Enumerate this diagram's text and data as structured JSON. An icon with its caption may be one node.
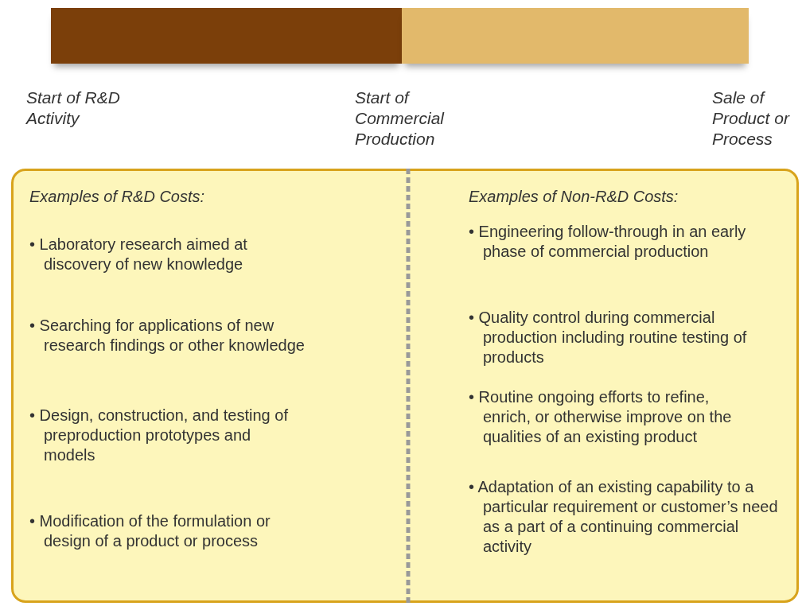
{
  "diagram": {
    "nodes": [
      {
        "text": [],
        "shape": "bar"
      },
      {
        "text": [],
        "shape": "bar"
      },
      {
        "text": [
          "Examples of R&D Costs:",
          "• Laboratory research aimed at discovery of new knowledge",
          "• Searching for applications of new research findings or other knowledge",
          "• Design, construction, and testing of preproduction prototypes and models",
          "• Modification of the formulation or design of a product or process",
          "Examples of Non-R&D Costs:",
          "• Engineering follow-through in an early phase of commercial production",
          "• Quality control during commercial production including routine testing of products",
          "• Routine ongoing efforts to refine, enrich, or otherwise improve on the qualities of an existing product",
          "• Adaptation of an existing capability to a particular requirement or customer’s need as a part of a continuing commercial activity"
        ]
      }
    ],
    "edges": [],
    "labels": [
      "Start of R&D Activity",
      "Start of Commercial Production",
      "Sale of Product or Process"
    ]
  }
}
